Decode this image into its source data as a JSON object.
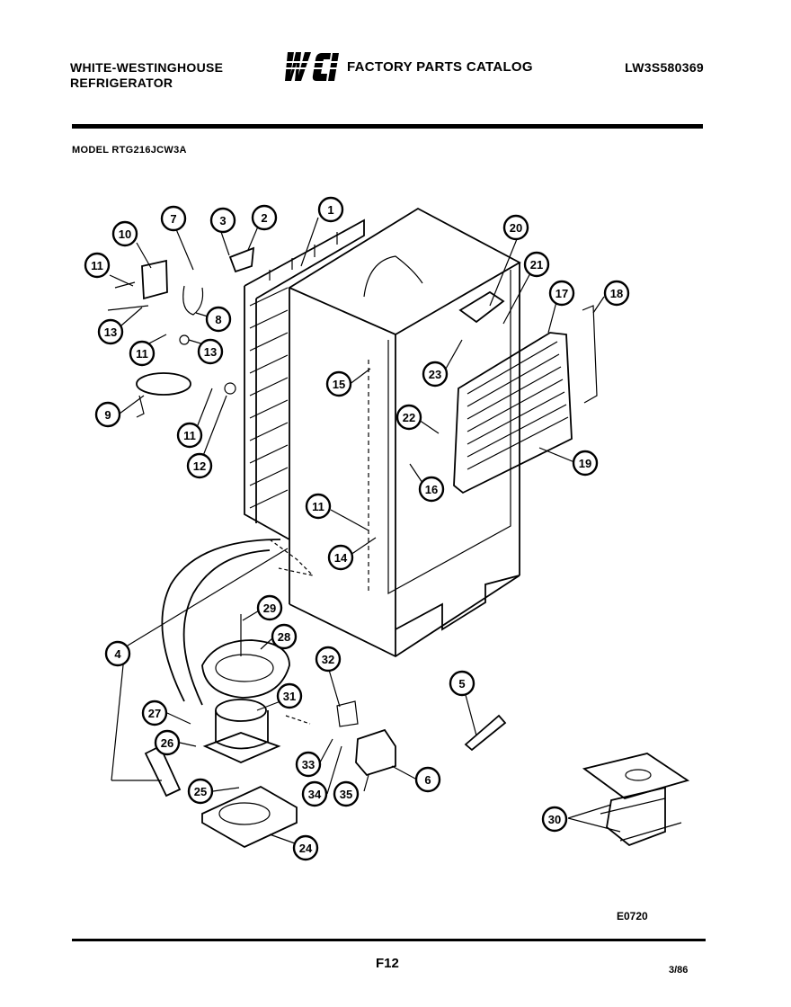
{
  "header": {
    "brand_line1": "WHITE-WESTINGHOUSE",
    "brand_line2": "REFRIGERATOR",
    "logo_text": "WCI",
    "catalog_title": "FACTORY PARTS CATALOG",
    "catalog_number": "LW3S580369",
    "model": "MODEL RTG216JCW3A"
  },
  "callouts": [
    "1",
    "2",
    "3",
    "4",
    "5",
    "6",
    "7",
    "8",
    "9",
    "10",
    "11",
    "11",
    "11",
    "11",
    "12",
    "13",
    "13",
    "14",
    "15",
    "16",
    "17",
    "18",
    "19",
    "20",
    "21",
    "22",
    "23",
    "24",
    "25",
    "26",
    "27",
    "28",
    "29",
    "30",
    "31",
    "32",
    "33",
    "34",
    "35"
  ],
  "footer": {
    "ref_code": "E0720",
    "page": "F12",
    "date": "3/86"
  }
}
